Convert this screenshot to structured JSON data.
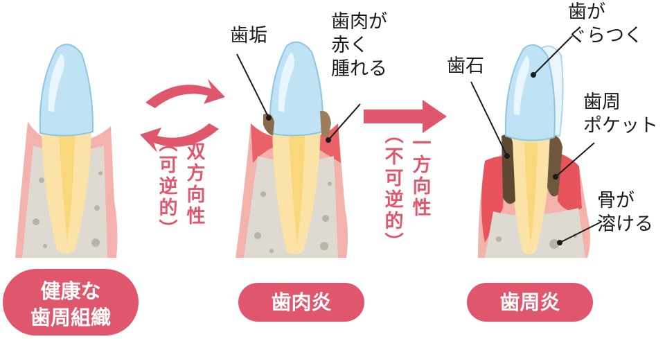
{
  "stages": [
    {
      "label_lines": [
        "健康な",
        "歯周組織"
      ]
    },
    {
      "label_lines": [
        "歯肉炎"
      ]
    },
    {
      "label_lines": [
        "歯周炎"
      ]
    }
  ],
  "transitions": [
    {
      "text_lines": [
        "双方向性",
        "(可逆的)"
      ]
    },
    {
      "text_lines": [
        "一方向性",
        "(不可逆的)"
      ]
    }
  ],
  "annotations": {
    "plaque": "歯垢",
    "gum_red_swollen": [
      "歯肉が",
      "赤く",
      "腫れる"
    ],
    "tartar": "歯石",
    "tooth_loose": [
      "歯が",
      "ぐらつく"
    ],
    "pocket": [
      "歯周",
      "ポケット"
    ],
    "bone_dissolves": [
      "骨が",
      "溶ける"
    ]
  },
  "colors": {
    "accent": "#e0566c",
    "button_fill": "#e0566c",
    "gum": "#f3b3ac",
    "gum_inflamed": "#e8545c",
    "enamel": "#bfe3f5",
    "dentin": "#fbe3a8",
    "pulp": "#f9d77a",
    "bone": "#dedad1",
    "plaque": "#8a6a4a",
    "tartar": "#5e4a33"
  }
}
